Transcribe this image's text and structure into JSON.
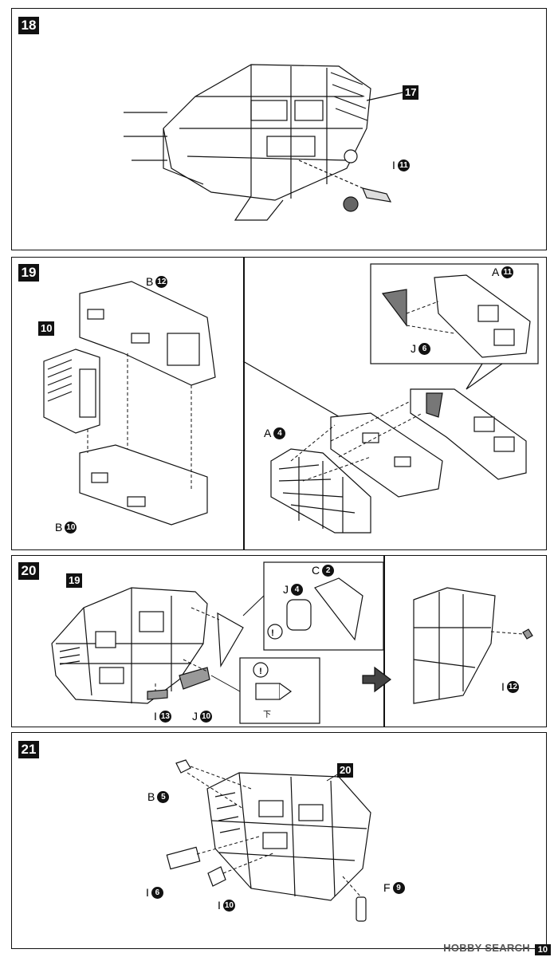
{
  "steps": [
    {
      "number": "18",
      "refs": [
        "17"
      ],
      "parts": [
        {
          "letter": "I",
          "num": "11"
        }
      ]
    },
    {
      "number": "19",
      "refs": [
        "10"
      ],
      "parts": [
        {
          "letter": "B",
          "num": "12"
        },
        {
          "letter": "B",
          "num": "10"
        },
        {
          "letter": "A",
          "num": "11"
        },
        {
          "letter": "J",
          "num": "6"
        },
        {
          "letter": "A",
          "num": "4"
        }
      ]
    },
    {
      "number": "20",
      "refs": [
        "19"
      ],
      "parts": [
        {
          "letter": "C",
          "num": "2"
        },
        {
          "letter": "J",
          "num": "4"
        },
        {
          "letter": "I",
          "num": "13"
        },
        {
          "letter": "J",
          "num": "10"
        },
        {
          "letter": "I",
          "num": "12"
        }
      ],
      "callout_symbol": "!",
      "cut_symbol": "下"
    },
    {
      "number": "21",
      "refs": [
        "20"
      ],
      "parts": [
        {
          "letter": "B",
          "num": "5"
        },
        {
          "letter": "I",
          "num": "6"
        },
        {
          "letter": "I",
          "num": "10"
        },
        {
          "letter": "F",
          "num": "9"
        }
      ]
    }
  ],
  "watermark": "HOBBY SEARCH",
  "page_number": "10"
}
